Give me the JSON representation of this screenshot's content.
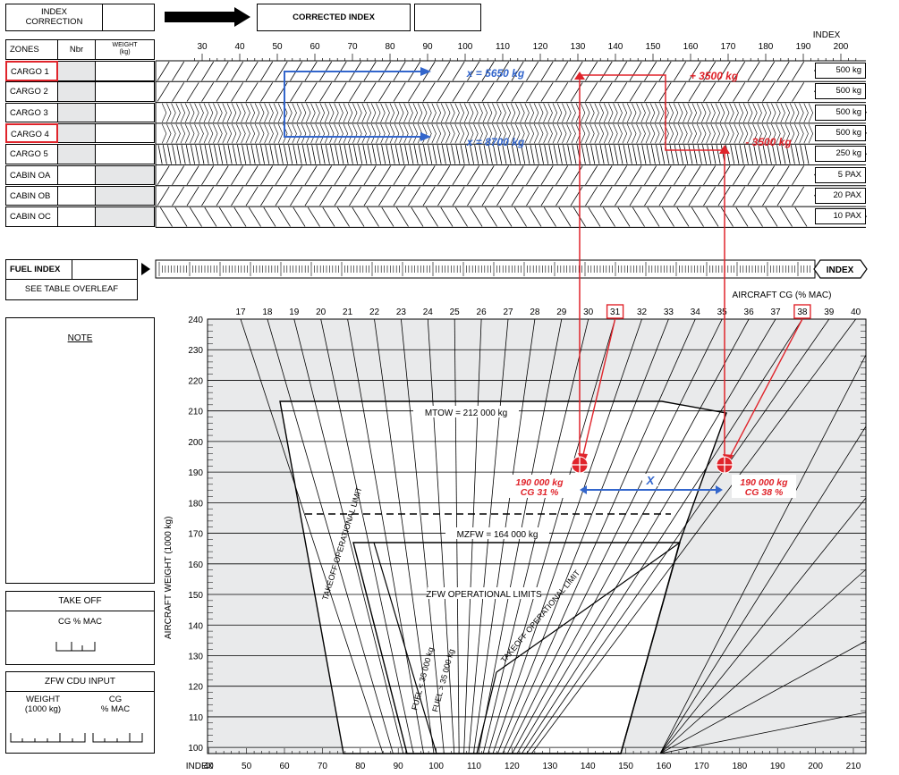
{
  "top": {
    "index_correction": "INDEX\nCORRECTION",
    "index_correction_l1": "INDEX",
    "index_correction_l2": "CORRECTION",
    "corrected_index": "CORRECTED INDEX"
  },
  "zones": {
    "headers": {
      "zones": "ZONES",
      "nbr": "Nbr",
      "weight_l1": "WEIGHT",
      "weight_l2": "(kg)"
    },
    "rows": [
      {
        "name": "CARGO 1",
        "highlight": true,
        "nbr_shaded": true,
        "wt_shaded": false,
        "unit": "500 kg",
        "arrow": "left"
      },
      {
        "name": "CARGO 2",
        "highlight": false,
        "nbr_shaded": true,
        "wt_shaded": false,
        "unit": "500 kg",
        "arrow": "left"
      },
      {
        "name": "CARGO 3",
        "highlight": false,
        "nbr_shaded": true,
        "wt_shaded": false,
        "unit": "500 kg",
        "arrow": "right"
      },
      {
        "name": "CARGO 4",
        "highlight": true,
        "nbr_shaded": true,
        "wt_shaded": false,
        "unit": "500 kg",
        "arrow": "right"
      },
      {
        "name": "CARGO 5",
        "highlight": false,
        "nbr_shaded": true,
        "wt_shaded": false,
        "unit": "250 kg",
        "arrow": "right"
      },
      {
        "name": "CABIN OA",
        "highlight": false,
        "nbr_shaded": false,
        "wt_shaded": true,
        "unit": "5 PAX",
        "arrow": "left"
      },
      {
        "name": "CABIN OB",
        "highlight": false,
        "nbr_shaded": false,
        "wt_shaded": true,
        "unit": "20 PAX",
        "arrow": "left"
      },
      {
        "name": "CABIN OC",
        "highlight": false,
        "nbr_shaded": false,
        "wt_shaded": true,
        "unit": "10 PAX",
        "arrow": "right"
      }
    ]
  },
  "fuel": {
    "label": "FUEL INDEX",
    "see_table": "SEE TABLE OVERLEAF",
    "index_btn": "INDEX"
  },
  "index_scale": {
    "title": "INDEX",
    "ticks": [
      "30",
      "40",
      "50",
      "60",
      "70",
      "80",
      "90",
      "100",
      "110",
      "120",
      "130",
      "140",
      "150",
      "160",
      "170",
      "180",
      "190",
      "200"
    ],
    "bottom_ticks": [
      "40",
      "50",
      "60",
      "70",
      "80",
      "90",
      "100",
      "110",
      "120",
      "130",
      "140",
      "150",
      "160",
      "170",
      "180",
      "190",
      "200",
      "210"
    ],
    "bottom_title": "INDEX"
  },
  "annotations": {
    "x1": "x = 5650 kg",
    "x2": "x = 8700 kg",
    "plus": "+ 3500 kg",
    "minus": "- 3500 kg",
    "pt1_l1": "190 000 kg",
    "pt1_l2": "CG 31 %",
    "pt2_l1": "190 000 kg",
    "pt2_l2": "CG 38 %",
    "x_label": "X",
    "blue": "#3366cc",
    "red": "#e0242b"
  },
  "cg_chart": {
    "title": "AIRCRAFT CG (% MAC)",
    "cg_ticks": [
      "17",
      "18",
      "19",
      "20",
      "21",
      "22",
      "23",
      "24",
      "25",
      "26",
      "27",
      "28",
      "29",
      "30",
      "31",
      "32",
      "33",
      "34",
      "35",
      "36",
      "37",
      "38",
      "39",
      "40"
    ],
    "cg_highlight": [
      "31",
      "38"
    ],
    "weight_axis_label": "AIRCRAFT WEIGHT (1000 kg)",
    "weight_ticks": [
      "240",
      "230",
      "220",
      "210",
      "200",
      "190",
      "180",
      "170",
      "160",
      "150",
      "140",
      "130",
      "120",
      "110",
      "100"
    ],
    "mtow": "MTOW = 212 000 kg",
    "mzfw": "MZFW = 164 000 kg",
    "zfw_limits": "ZFW OPERATIONAL LIMITS",
    "takeoff_limit": "TAKEOFF OPERATIONAL LIMIT",
    "fuel_lt_35": "FUEL < 35 000 kg",
    "fuel_gt_35": "FUEL > 35 000 kg"
  },
  "side": {
    "note": "NOTE",
    "takeoff": "TAKE OFF",
    "cg_mac": "CG % MAC",
    "zfw_cdu": "ZFW CDU INPUT",
    "weight_l1": "WEIGHT",
    "weight_l2": "(1000 kg)",
    "cg_l1": "CG",
    "cg_l2": "% MAC"
  }
}
